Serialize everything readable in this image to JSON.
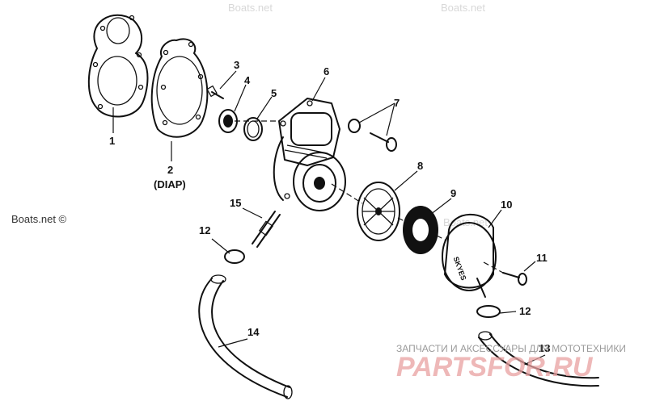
{
  "watermarks": {
    "site": "Boats.net ©",
    "site_short": "Boats.net"
  },
  "brand": {
    "tagline": "ЗАПЧАСТИ И АКСЕССУАРЫ ДЛЯ МОТОТЕХНИКИ",
    "logo": "PARTSFOR.RU",
    "accent_color": "#e8a0a0"
  },
  "callouts": {
    "c1": "1",
    "c2": "2",
    "c2_sub": "(DIAP)",
    "c3": "3",
    "c4": "4",
    "c5": "5",
    "c6": "6",
    "c7": "7",
    "c8": "8",
    "c9": "9",
    "c10": "10",
    "c11": "11",
    "c12a": "12",
    "c12b": "12",
    "c13": "13",
    "c14": "14",
    "c15": "15"
  },
  "labels": {
    "filter_cap_text": "SKYES"
  },
  "colors": {
    "ink": "#111111",
    "watermark": "#d8d8d8"
  }
}
